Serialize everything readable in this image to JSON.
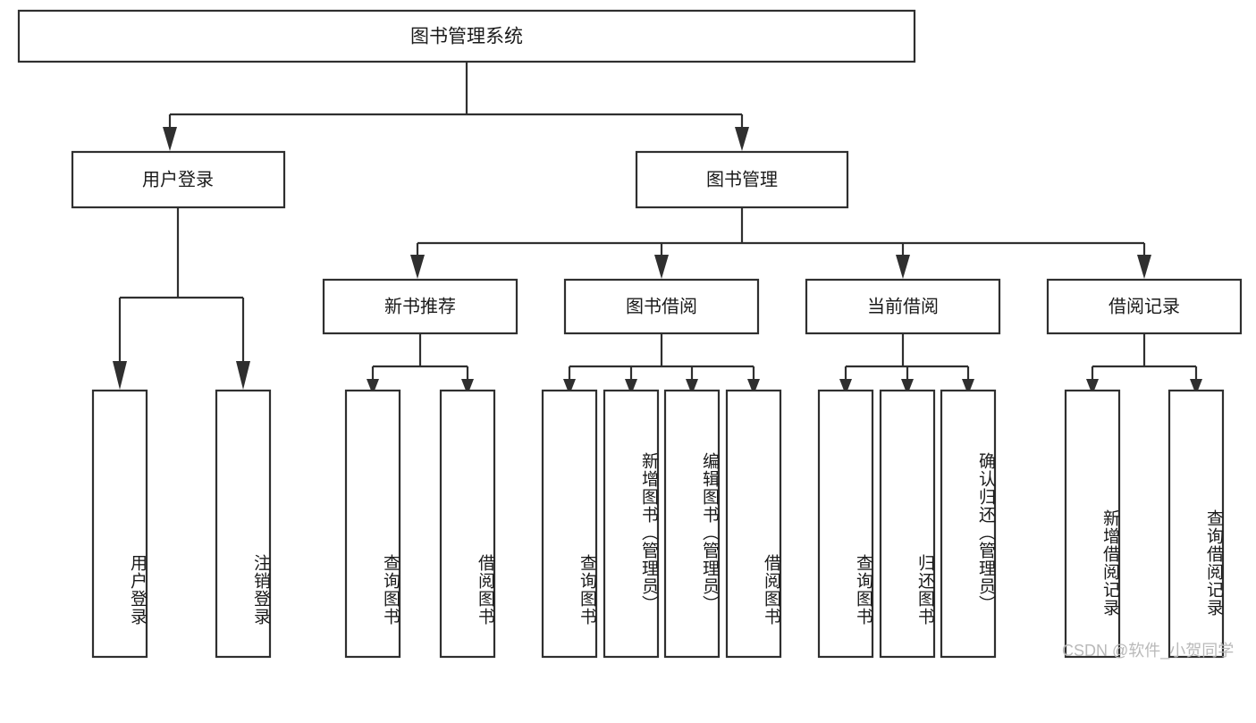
{
  "diagram": {
    "type": "tree-hierarchy",
    "title": "图书管理系统",
    "orientation": "top-down",
    "colors": {
      "box_stroke": "#2f2f2f",
      "box_fill": "#ffffff",
      "text": "#1a1a1a",
      "background": "#ffffff",
      "watermark": "#b9b9b9"
    },
    "root": {
      "label": "图书管理系统"
    },
    "level2": [
      {
        "label": "用户登录"
      },
      {
        "label": "图书管理"
      }
    ],
    "level3": [
      {
        "label": "新书推荐"
      },
      {
        "label": "图书借阅"
      },
      {
        "label": "当前借阅"
      },
      {
        "label": "借阅记录"
      }
    ],
    "leaves": {
      "user_login": [
        {
          "label": "用户登录"
        },
        {
          "label": "注销登录"
        }
      ],
      "new_book_recommend": [
        {
          "label": "查询图书"
        },
        {
          "label": "借阅图书"
        }
      ],
      "book_borrow": [
        {
          "label": "查询图书"
        },
        {
          "label": "新增图书（管理员）"
        },
        {
          "label": "编辑图书（管理员）"
        },
        {
          "label": "借阅图书"
        }
      ],
      "current_borrow": [
        {
          "label": "查询图书"
        },
        {
          "label": "归还图书"
        },
        {
          "label": "确认归还（管理员）"
        }
      ],
      "borrow_record": [
        {
          "label": "新增借阅记录"
        },
        {
          "label": "查询借阅记录"
        }
      ]
    }
  },
  "watermark": {
    "text": "CSDN @软件_小贺同学"
  }
}
